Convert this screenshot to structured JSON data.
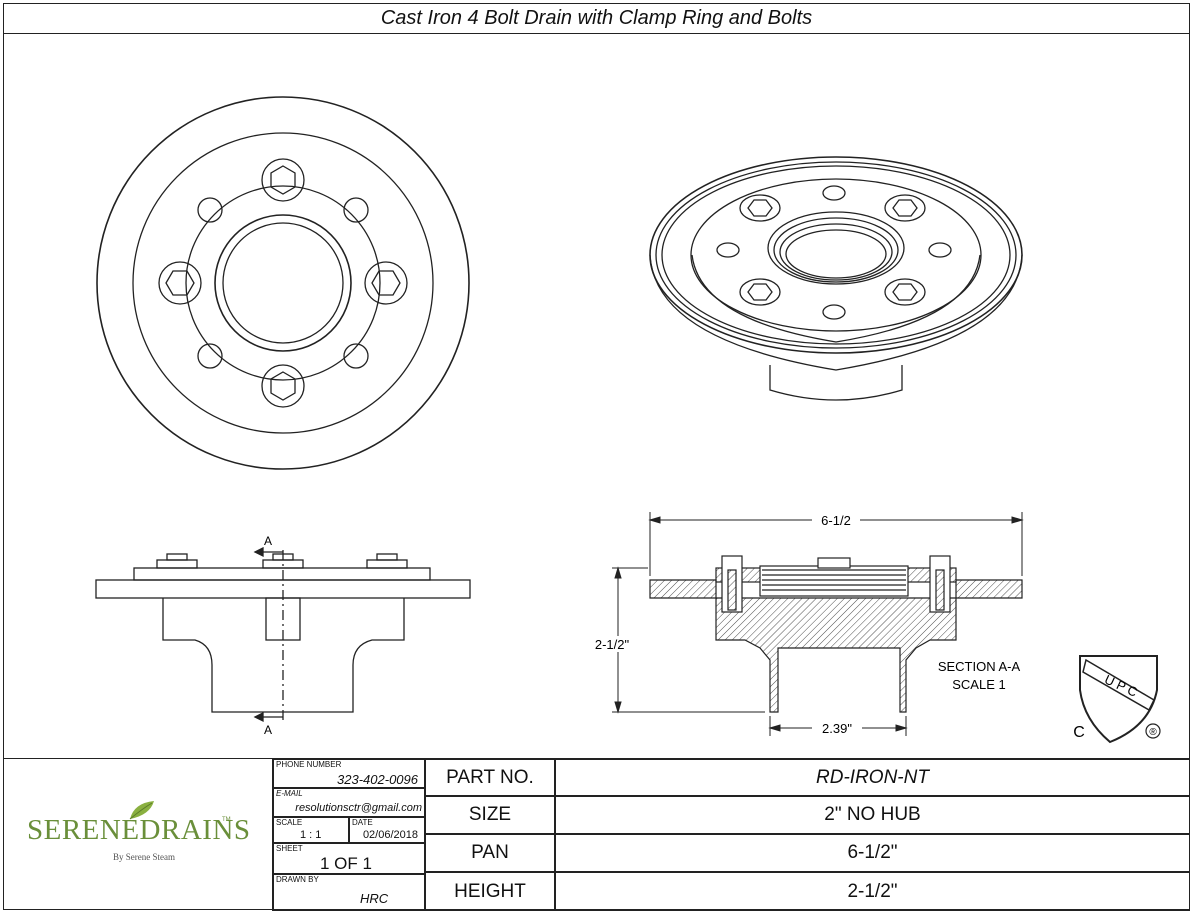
{
  "title": "Cast Iron 4 Bolt Drain with Clamp Ring and Bolts",
  "views": {
    "section_marker_top": "A",
    "section_marker_bottom": "A",
    "dim_width": "6-1/2",
    "dim_height": "2-1/2\"",
    "dim_outlet": "2.39\"",
    "section_label": "SECTION  A-A",
    "section_scale": "SCALE 1"
  },
  "cert": {
    "mark": "U P C",
    "c_mark": "C",
    "reg_mark": "®"
  },
  "logo": {
    "name": "SERENEDRAINS",
    "tm": "TM",
    "tagline": "By Serene Steam"
  },
  "info": {
    "phone_label": "PHONE NUMBER",
    "phone": "323-402-0096",
    "email_label": "E-MAIL",
    "email": "resolutionsctr@gmail.com",
    "scale_label": "SCALE",
    "scale": "1 : 1",
    "date_label": "DATE",
    "date": "02/06/2018",
    "sheet_label": "SHEET",
    "sheet": "1 OF 1",
    "drawn_label": "DRAWN BY",
    "drawn": "HRC"
  },
  "specs": [
    {
      "label": "PART NO.",
      "value": "RD-IRON-NT"
    },
    {
      "label": "SIZE",
      "value": "2\" NO HUB"
    },
    {
      "label": "PAN",
      "value": "6-1/2\""
    },
    {
      "label": "HEIGHT",
      "value": "2-1/2\""
    }
  ]
}
